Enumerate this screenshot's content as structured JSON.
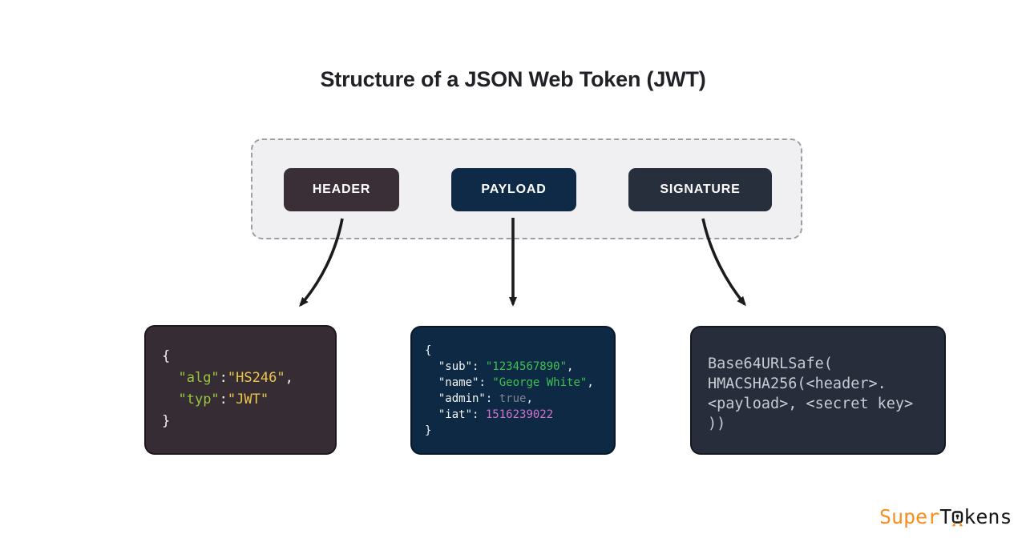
{
  "title": "Structure of a JSON Web Token (JWT)",
  "chips": [
    {
      "id": "header",
      "label": "HEADER",
      "color": "#3a2f37"
    },
    {
      "id": "payload",
      "label": "PAYLOAD",
      "color": "#0e2a47"
    },
    {
      "id": "signature",
      "label": "SIGNATURE",
      "color": "#272e3c"
    }
  ],
  "code_blocks": {
    "header": {
      "background": "#362c33",
      "lines": [
        [
          [
            "w",
            "{"
          ]
        ],
        [
          [
            "w",
            "  "
          ],
          [
            "g",
            "\"alg\""
          ],
          [
            "w",
            ":"
          ],
          [
            "y",
            "\"HS246\""
          ],
          [
            "w",
            ","
          ]
        ],
        [
          [
            "w",
            "  "
          ],
          [
            "g",
            "\"typ\""
          ],
          [
            "w",
            ":"
          ],
          [
            "y",
            "\"JWT\""
          ]
        ],
        [
          [
            "w",
            "}"
          ]
        ]
      ]
    },
    "payload": {
      "background": "#0d2944",
      "lines": [
        [
          [
            "w",
            "{"
          ]
        ],
        [
          [
            "w",
            "  "
          ],
          [
            "w",
            "\"sub\""
          ],
          [
            "w",
            ": "
          ],
          [
            "s",
            "\"1234567890\""
          ],
          [
            "w",
            ","
          ]
        ],
        [
          [
            "w",
            "  "
          ],
          [
            "w",
            "\"name\""
          ],
          [
            "w",
            ": "
          ],
          [
            "s",
            "\"George White\""
          ],
          [
            "w",
            ","
          ]
        ],
        [
          [
            "w",
            "  "
          ],
          [
            "w",
            "\"admin\""
          ],
          [
            "w",
            ": "
          ],
          [
            "b",
            "true"
          ],
          [
            "w",
            ","
          ]
        ],
        [
          [
            "w",
            "  "
          ],
          [
            "w",
            "\"iat\""
          ],
          [
            "w",
            ": "
          ],
          [
            "n",
            "1516239022"
          ]
        ],
        [
          [
            "w",
            "}"
          ]
        ]
      ]
    },
    "signature": {
      "background": "#272d3a",
      "lines": [
        [
          [
            "t",
            "Base64URLSafe("
          ]
        ],
        [
          [
            "t",
            "HMACSHA256(<header>."
          ]
        ],
        [
          [
            "t",
            "<payload>, <secret key>"
          ]
        ],
        [
          [
            "t",
            "))"
          ]
        ]
      ]
    }
  },
  "logo": {
    "part1": "Super",
    "part2": "T",
    "part3": "kens",
    "orange": "#f78f1d",
    "dark": "#17181a"
  },
  "colors": {
    "arrow": "#1b1b1b",
    "container_fill": "#f0f0f2",
    "container_border": "#9c9ea3",
    "token_green": "#97c63f",
    "token_yellow": "#e9c549",
    "token_payload_green": "#3fc052",
    "token_gray": "#7d8391",
    "token_pink": "#cf72cb",
    "signature_text": "#c6cbd4"
  }
}
